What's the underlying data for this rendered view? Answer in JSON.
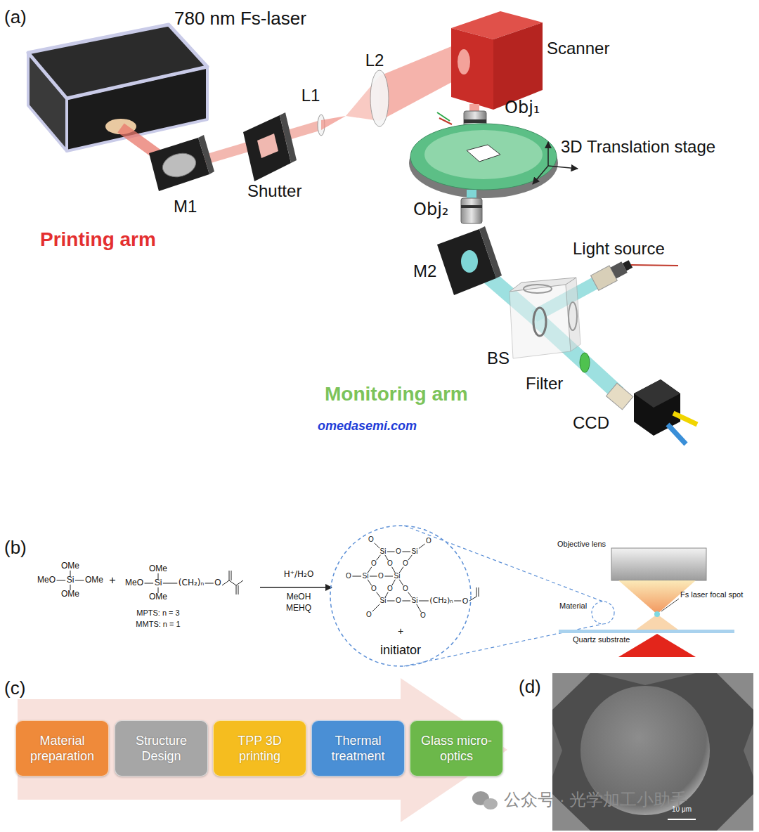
{
  "diagram": {
    "nodes": [
      {
        "text": [
          "Material preparation"
        ]
      },
      {
        "text": [
          "Structure Design"
        ]
      },
      {
        "text": [
          "TPP 3D printing"
        ]
      },
      {
        "text": [
          "Thermal treatment"
        ]
      },
      {
        "text": [
          "Glass micro-optics"
        ]
      }
    ],
    "labels": [
      "(a)",
      "780 nm Fs-laser",
      "Scanner",
      "L2",
      "L1",
      "Obj₁",
      "3D Translation stage",
      "M1",
      "Shutter",
      "Printing arm",
      "Obj₂",
      "M2",
      "Light source",
      "BS",
      "Filter",
      "Monitoring arm",
      "CCD",
      "omedasemi.com",
      "(b)",
      "OMe",
      "MeO",
      "Si",
      "OMe",
      "OMe",
      "+",
      "OMe",
      "MeO",
      "Si",
      "(CH₂)ₙ",
      "O",
      "OMe",
      "MPTS: n = 3",
      "MMTS: n = 1",
      "H⁺/H₂O",
      "MeOH",
      "MEHQ",
      "Si",
      "Si",
      "Si",
      "Si",
      "Si",
      "Si",
      "O",
      "O",
      "O",
      "O",
      "O",
      "O",
      "O",
      "O",
      "O",
      "O",
      "O",
      "O",
      "O",
      "O",
      "(CH₂)ₙ",
      "O",
      "+",
      "initiator",
      "Objective lens",
      "Material",
      "Fs laser focal spot",
      "Quartz substrate",
      "(c)",
      "(d)",
      "10 μm",
      "公众号 · 光学加工小助手"
    ]
  }
}
